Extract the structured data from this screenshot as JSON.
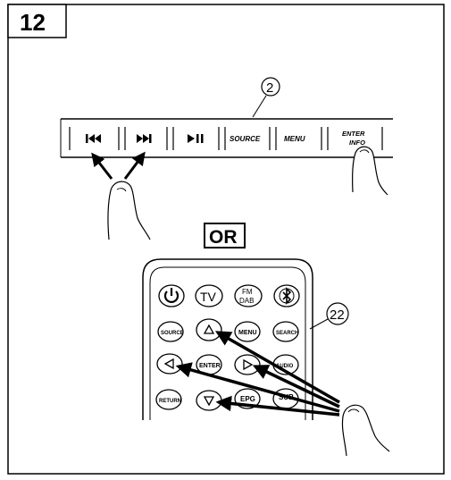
{
  "step_number": "12",
  "callout_panel": "2",
  "callout_remote": "22",
  "or_label": "OR",
  "panel_buttons": {
    "prev": "prev-icon",
    "next": "next-icon",
    "play_pause": "play-pause-icon",
    "source": "SOURCE",
    "menu": "MENU",
    "enter": "ENTER",
    "info": "INFO"
  },
  "remote_buttons": {
    "power": "power-icon",
    "tv": "TV",
    "fm": "FM",
    "dab": "DAB",
    "bluetooth": "bluetooth-icon",
    "source": "SOURCE",
    "up": "up-arrow-icon",
    "menu": "MENU",
    "search": "SEARCH",
    "left": "left-arrow-icon",
    "enter": "ENTER",
    "right": "right-arrow-icon",
    "audio": "AUDIO",
    "return": "RETURN",
    "down": "down-arrow-icon",
    "epg": "EPG",
    "sub": "SUB"
  }
}
